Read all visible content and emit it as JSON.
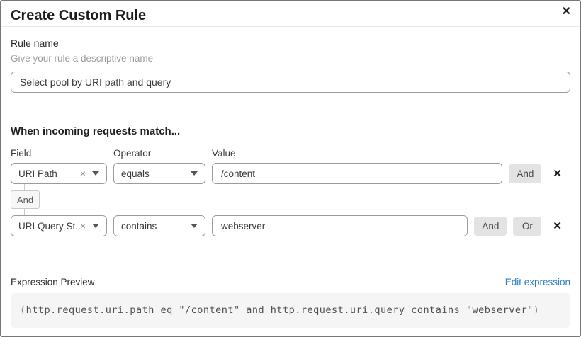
{
  "modal": {
    "title": "Create Custom Rule"
  },
  "icons": {
    "close": "✕",
    "clear": "×",
    "delete_row": "✕"
  },
  "rule_name": {
    "label": "Rule name",
    "hint": "Give your rule a descriptive name",
    "value": "Select pool by URI path and query"
  },
  "match": {
    "heading": "When incoming requests match...",
    "columns": {
      "field": "Field",
      "operator": "Operator",
      "value": "Value"
    },
    "connector_label": "And",
    "rows": [
      {
        "field": "URI Path",
        "operator": "equals",
        "value": "/content",
        "and_label": "And"
      },
      {
        "field": "URI Query St...",
        "operator": "contains",
        "value": "webserver",
        "and_label": "And",
        "or_label": "Or"
      }
    ]
  },
  "expression": {
    "label": "Expression Preview",
    "link": "Edit expression",
    "code_open": "(",
    "code_body": "http.request.uri.path eq \"/content\" and http.request.uri.query contains \"webserver\"",
    "code_close": ")"
  },
  "colors": {
    "link_blue": "#2c7cb8",
    "button_gray": "#e3e3e3",
    "code_background": "#f5f5f5",
    "border_gray": "#9b9b9b"
  }
}
